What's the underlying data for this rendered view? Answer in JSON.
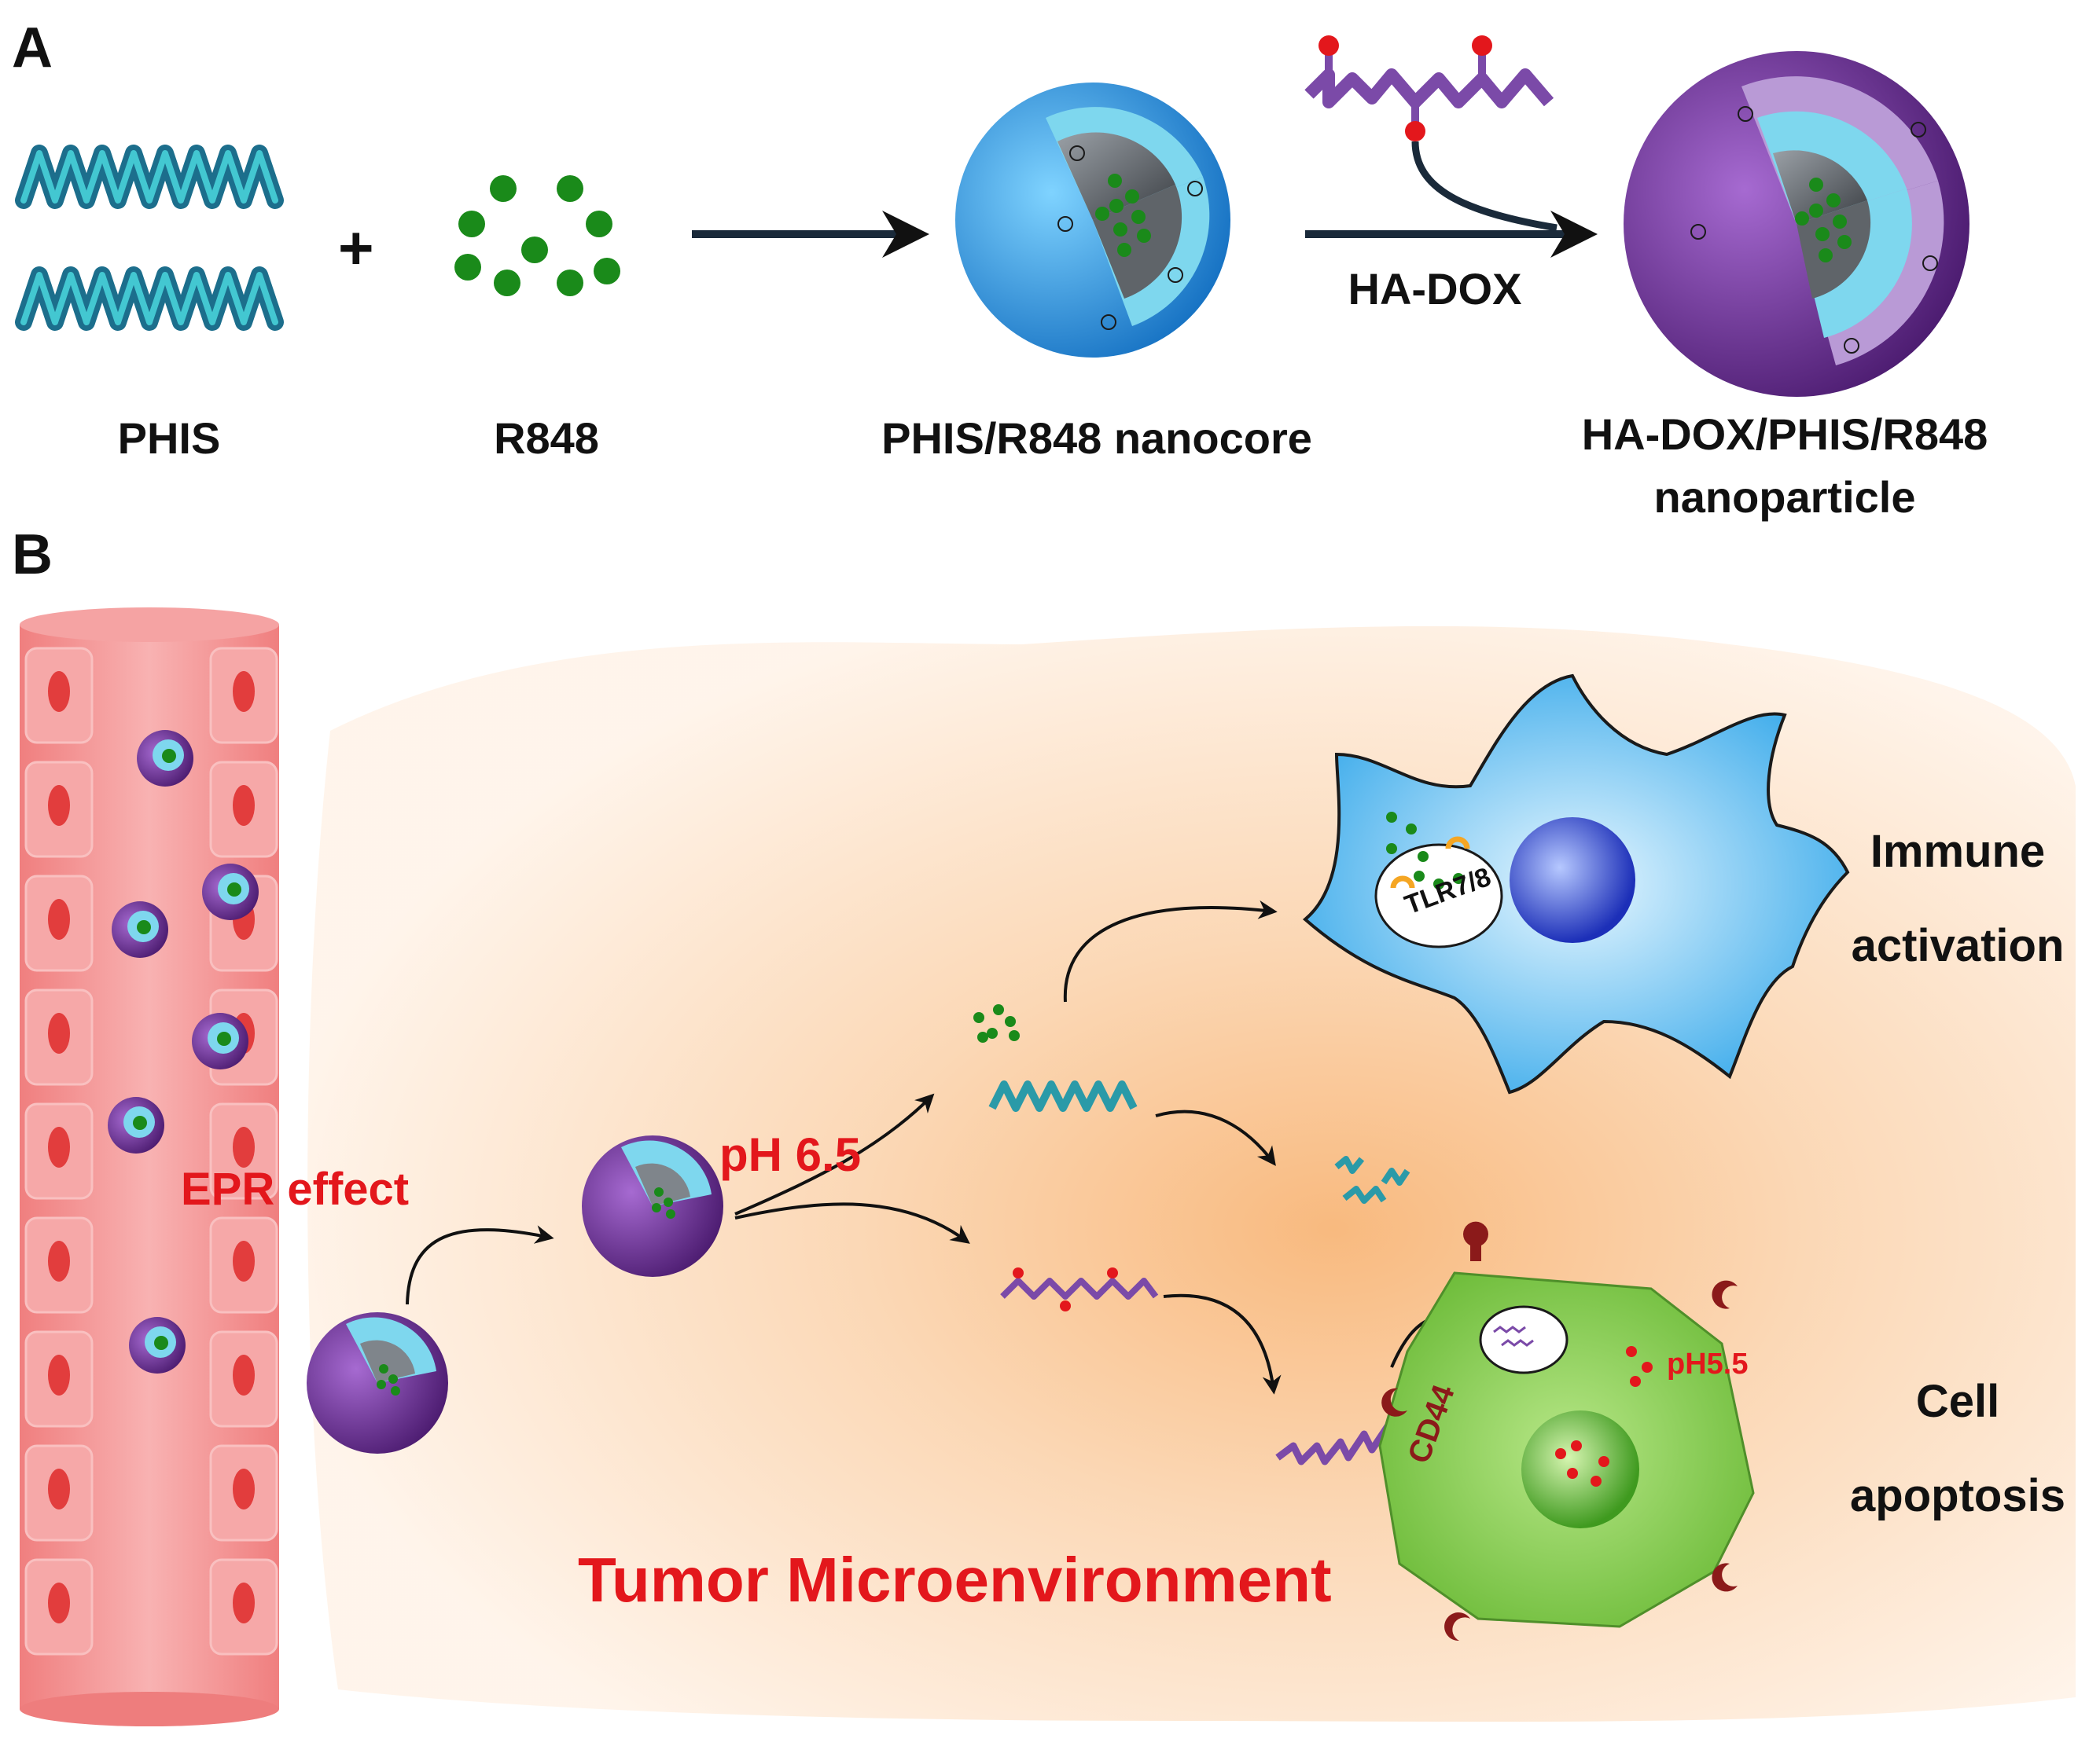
{
  "panel_a": {
    "letter": "A",
    "plus": "+",
    "labels": {
      "phis": "PHIS",
      "r848": "R848",
      "nanocore": "PHIS/R848 nanocore",
      "ha_dox": "HA-DOX",
      "nanoparticle_line1": "HA-DOX/PHIS/R848",
      "nanoparticle_line2": "nanoparticle"
    }
  },
  "panel_b": {
    "letter": "B",
    "labels": {
      "epr": "EPR effect",
      "ph65": "pH 6.5",
      "tlr": "TLR7/8",
      "cd44": "CD44",
      "ph55": "pH5.5",
      "immune_line1": "Immune",
      "immune_line2": "activation",
      "apoptosis_line1": "Cell",
      "apoptosis_line2": "apoptosis",
      "tme": "Tumor Microenvironment"
    }
  },
  "colors": {
    "label_red": "#e3171c",
    "vessel": "#f59a9a",
    "nanocore_blue": "#2f95dd",
    "nanoparticle_purple": "#6b2d8f",
    "drug_green": "#1a8a1a",
    "dendritic_cell": "#49b3ee",
    "tumor_cell": "#8ed04a"
  }
}
